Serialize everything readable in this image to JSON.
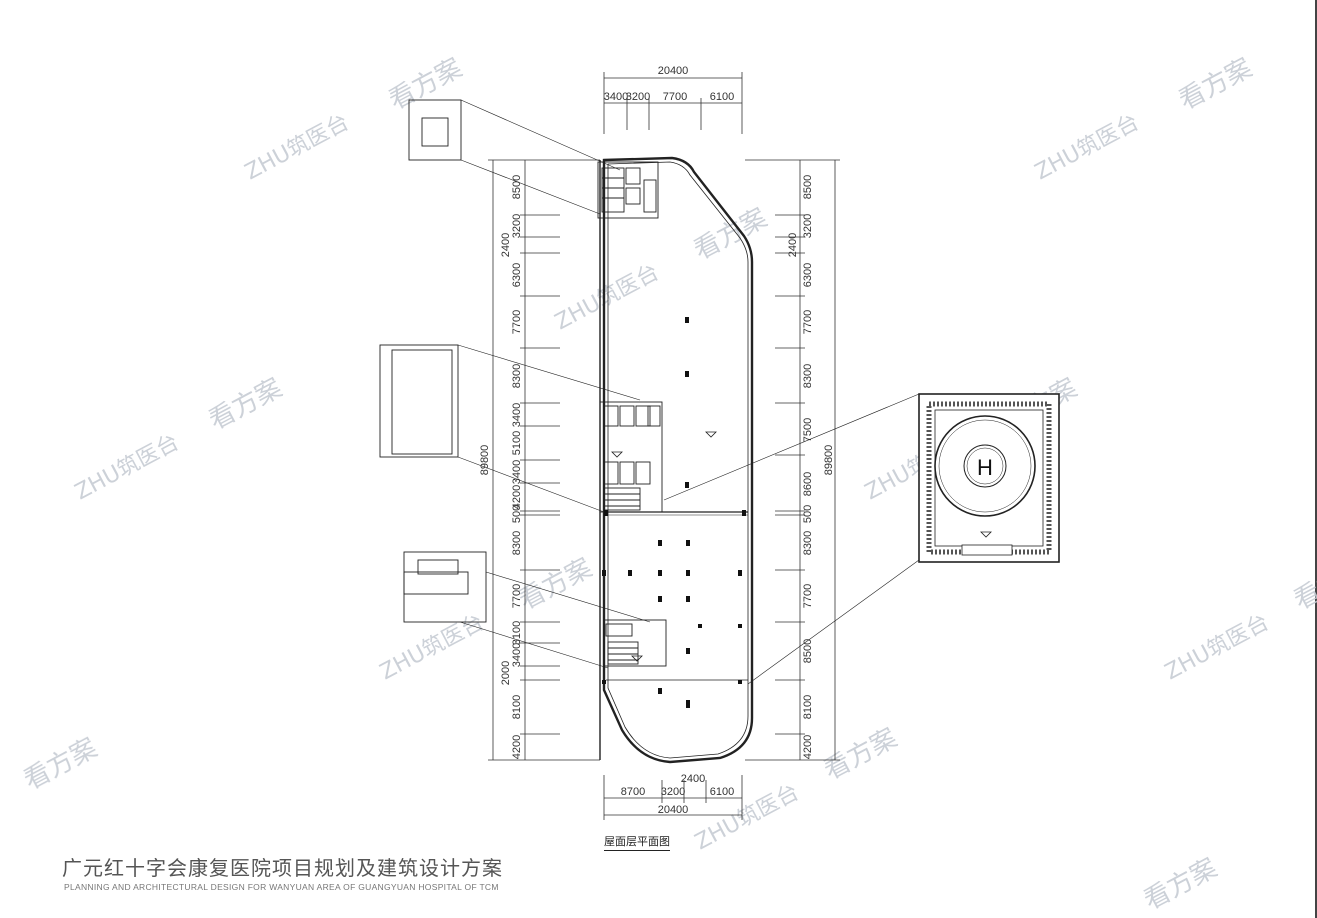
{
  "footer": {
    "title_cn": "广元红十字会康复医院项目规划及建筑设计方案",
    "title_en": "PLANNING AND ARCHITECTURAL DESIGN FOR WANYUAN AREA OF GUANGYUAN HOSPITAL OF TCM"
  },
  "plan": {
    "title": "屋面层平面图",
    "heliport_letter": "H"
  },
  "dimensions": {
    "top_total": "20400",
    "top_segments": [
      "3400",
      "3200",
      "7700",
      "6100"
    ],
    "bottom_total": "20400",
    "bottom_segments": [
      "8700",
      "3200",
      "6100"
    ],
    "bottom_extra": "2400",
    "left_total": "89800",
    "left_segments": [
      "8500",
      "3200",
      "2400",
      "6300",
      "7700",
      "8300",
      "3400",
      "5100",
      "3400",
      "4200",
      "500",
      "8300",
      "7700",
      "3100",
      "3400",
      "2000",
      "8100",
      "4200"
    ],
    "right_total": "89800",
    "right_segments": [
      "8500",
      "3200",
      "2400",
      "6300",
      "7700",
      "8300",
      "7500",
      "8600",
      "500",
      "8300",
      "7700",
      "8500",
      "8100",
      "4200"
    ]
  },
  "watermark": {
    "brand": "看方案",
    "logo": "ZHU筑医台"
  }
}
